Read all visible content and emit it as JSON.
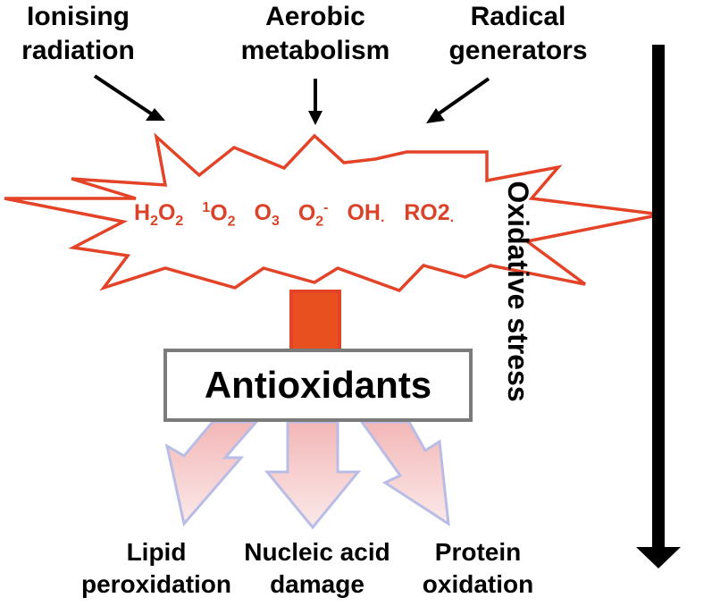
{
  "sources": [
    {
      "lines": [
        "Ionising",
        "radiation"
      ]
    },
    {
      "lines": [
        "Aerobic",
        "metabolism"
      ]
    },
    {
      "lines": [
        "Radical",
        "generators"
      ]
    }
  ],
  "species": [
    {
      "base": "H",
      "sub1": "2",
      "mid": "O",
      "sub2": "2",
      "sup_pre": "",
      "sup": ""
    },
    {
      "base": "",
      "sub1": "",
      "mid": "O",
      "sub2": "2",
      "sup_pre": "1",
      "sup": ""
    },
    {
      "base": "",
      "sub1": "",
      "mid": "O",
      "sub2": "3",
      "sup_pre": "",
      "sup": ""
    },
    {
      "base": "",
      "sub1": "",
      "mid": "O",
      "sub2": "2",
      "sup_pre": "",
      "sup": "-"
    },
    {
      "base": "",
      "sub1": "",
      "mid": "OH",
      "sub2": "",
      "sup_pre": "",
      "sup": "·"
    },
    {
      "base": "",
      "sub1": "",
      "mid": "RO2",
      "sub2": "",
      "sup_pre": "",
      "sup": "·"
    }
  ],
  "antioxidants_label": "Antioxidants",
  "outcomes": [
    {
      "lines": [
        "Lipid",
        "peroxidation"
      ]
    },
    {
      "lines": [
        "Nucleic acid",
        "damage"
      ]
    },
    {
      "lines": [
        "Protein",
        "oxidation"
      ]
    }
  ],
  "stress_label": "Oxidative stress",
  "colors": {
    "burst_stroke": "#e34327",
    "species_text": "#d8432a",
    "connector_fill": "#e8501f",
    "box_border": "#7b7b7b",
    "damage_arrow_fill": "#f4c7c7",
    "damage_arrow_stroke": "#b9bde6"
  }
}
